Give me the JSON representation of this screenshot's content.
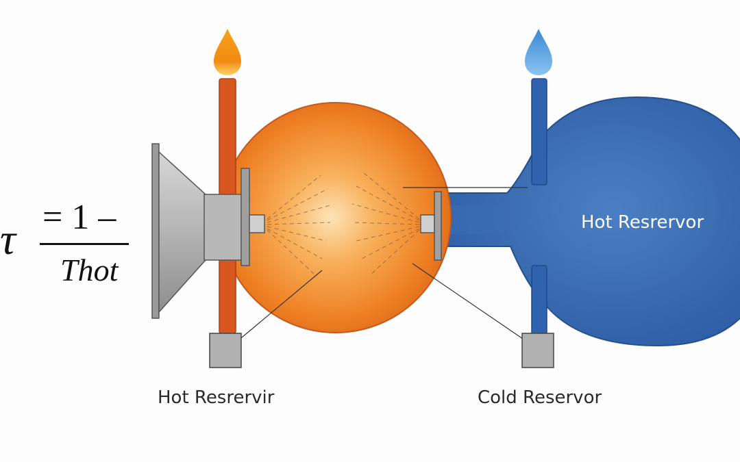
{
  "formula": {
    "symbol": "τ",
    "numerator": "= 1 –",
    "denominator": "Thot"
  },
  "labels": {
    "hot_reservoir": "Hot Resrervir",
    "cold_reservoir": "Cold Reservor",
    "blue_bulb": "Hot Resrervor"
  },
  "colors": {
    "hot": "#e8721c",
    "hot_pipe": "#d8561f",
    "cold": "#3a6fb5",
    "cold_pipe": "#2f63ad",
    "metal": "#a8a8a8"
  },
  "icons": [
    "orange-flame-icon",
    "blue-drop-icon"
  ]
}
